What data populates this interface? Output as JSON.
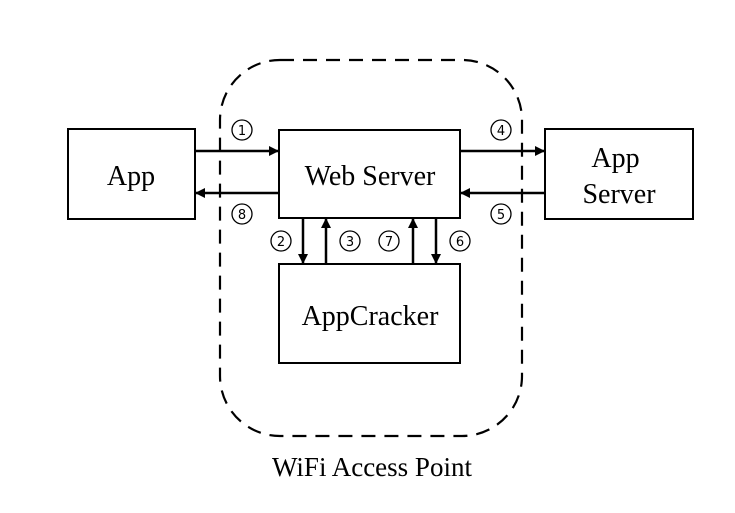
{
  "region": {
    "label": "WiFi Access Point"
  },
  "nodes": {
    "app": {
      "label": "App"
    },
    "web_server": {
      "label": "Web Server"
    },
    "app_server": {
      "label_lines": [
        "App",
        "Server"
      ]
    },
    "appcracker": {
      "label": "AppCracker"
    }
  },
  "steps": {
    "s1": "1",
    "s2": "2",
    "s3": "3",
    "s4": "4",
    "s5": "5",
    "s6": "6",
    "s7": "7",
    "s8": "8"
  }
}
